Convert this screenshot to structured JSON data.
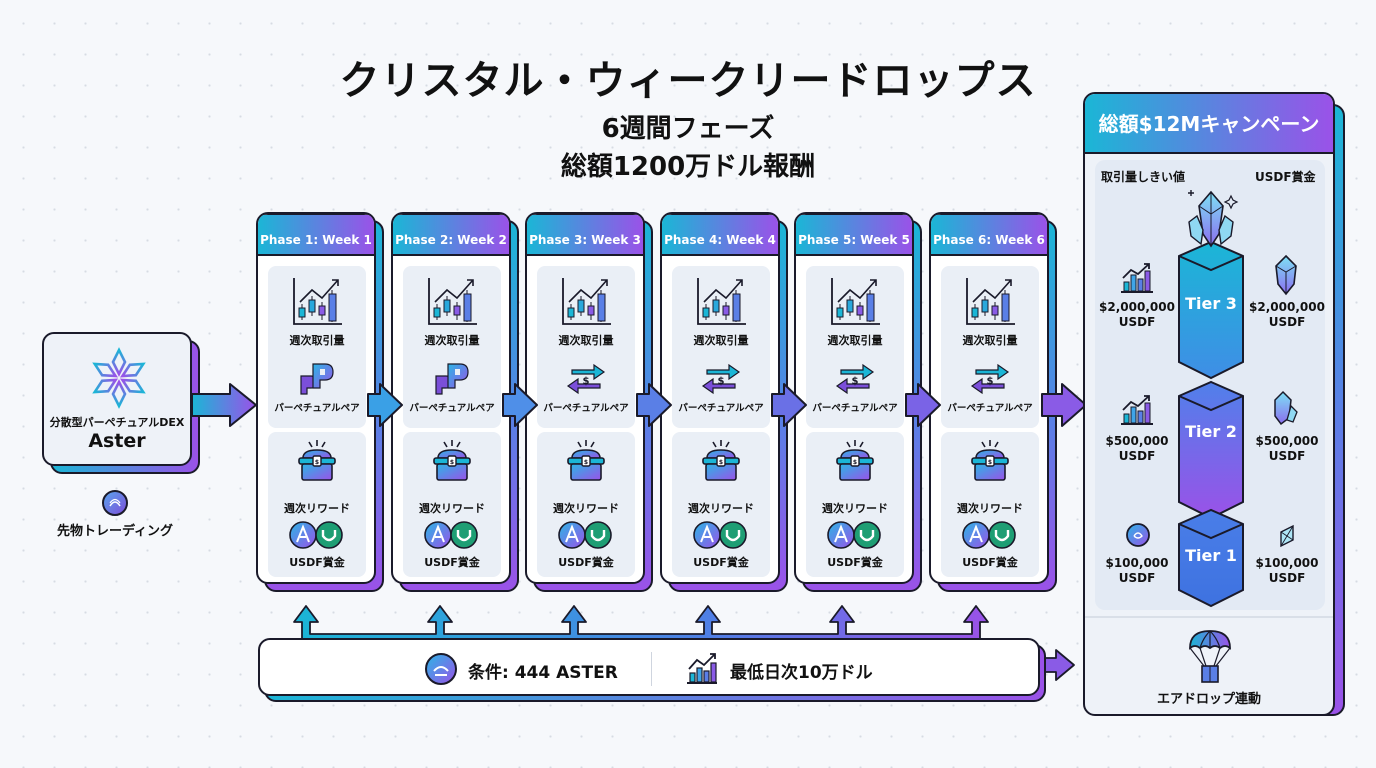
{
  "header": {
    "title": "クリスタル・ウィークリードロップス",
    "subtitle": "6週間フェーズ",
    "reward_total": "総額1200万ドル報酬"
  },
  "aster": {
    "subtitle": "分散型パーペチュアルDEX",
    "name": "Aster",
    "futures_label": "先物トレーディング"
  },
  "phases": [
    {
      "title": "Phase 1: Week 1",
      "volume_label": "週次取引量",
      "pair_label": "パーペチュアルペア",
      "pair_icon": "pp-logo-icon",
      "reward_label": "週次リワード",
      "prize_label": "USDF賞金"
    },
    {
      "title": "Phase 2: Week 2",
      "volume_label": "週次取引量",
      "pair_label": "パーペチュアルペア",
      "pair_icon": "pp-logo-icon",
      "reward_label": "週次リワード",
      "prize_label": "USDF賞金"
    },
    {
      "title": "Phase 3: Week 3",
      "volume_label": "週次取引量",
      "pair_label": "パーペチュアルペア",
      "pair_icon": "swap-dollar-icon",
      "reward_label": "週次リワード",
      "prize_label": "USDF賞金"
    },
    {
      "title": "Phase 4: Week 4",
      "volume_label": "週次取引量",
      "pair_label": "パーペチュアルペア",
      "pair_icon": "swap-dollar-icon",
      "reward_label": "週次リワード",
      "prize_label": "USDF賞金"
    },
    {
      "title": "Phase 5: Week 5",
      "volume_label": "週次取引量",
      "pair_label": "パーペチュアルペア",
      "pair_icon": "swap-dollar-icon",
      "reward_label": "週次リワード",
      "prize_label": "USDF賞金"
    },
    {
      "title": "Phase 6: Week 6",
      "volume_label": "週次取引量",
      "pair_label": "パーペチュアルペア",
      "pair_icon": "swap-dollar-icon",
      "reward_label": "週次リワード",
      "prize_label": "USDF賞金"
    }
  ],
  "campaign": {
    "title": "総額$12Mキャンペーン",
    "threshold_header": "取引量しきい値",
    "prize_header": "USDF賞金",
    "tiers": [
      {
        "name": "Tier 3",
        "threshold": "$2,000,000",
        "threshold_unit": "USDF",
        "prize": "$2,000,000",
        "prize_unit": "USDF"
      },
      {
        "name": "Tier 2",
        "threshold": "$500,000",
        "threshold_unit": "USDF",
        "prize": "$500,000",
        "prize_unit": "USDF"
      },
      {
        "name": "Tier 1",
        "threshold": "$100,000",
        "threshold_unit": "USDF",
        "prize": "$100,000",
        "prize_unit": "USDF"
      }
    ],
    "airdrop_label": "エアドロップ連動"
  },
  "conditions": {
    "holding": "条件: 444 ASTER",
    "daily_min": "最低日次10万ドル"
  },
  "colors": {
    "cyan": "#1bb6d6",
    "blue": "#4f7fe6",
    "purple": "#9a52e8",
    "green": "#1e9e74",
    "outline": "#1a1a2a"
  }
}
